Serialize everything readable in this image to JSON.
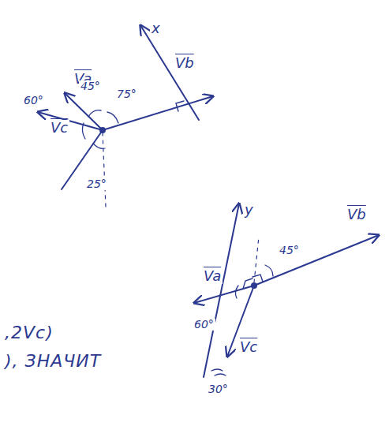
{
  "diagram": {
    "labels": [
      "x",
      "Va",
      "Vb",
      "Vc",
      "60°",
      "45°",
      "75°",
      "25°",
      "y",
      "Vb",
      "Va",
      "Vc",
      "45°",
      "60°",
      "30°",
      ",2Vc)",
      "), ЗНАЧИТ"
    ]
  }
}
